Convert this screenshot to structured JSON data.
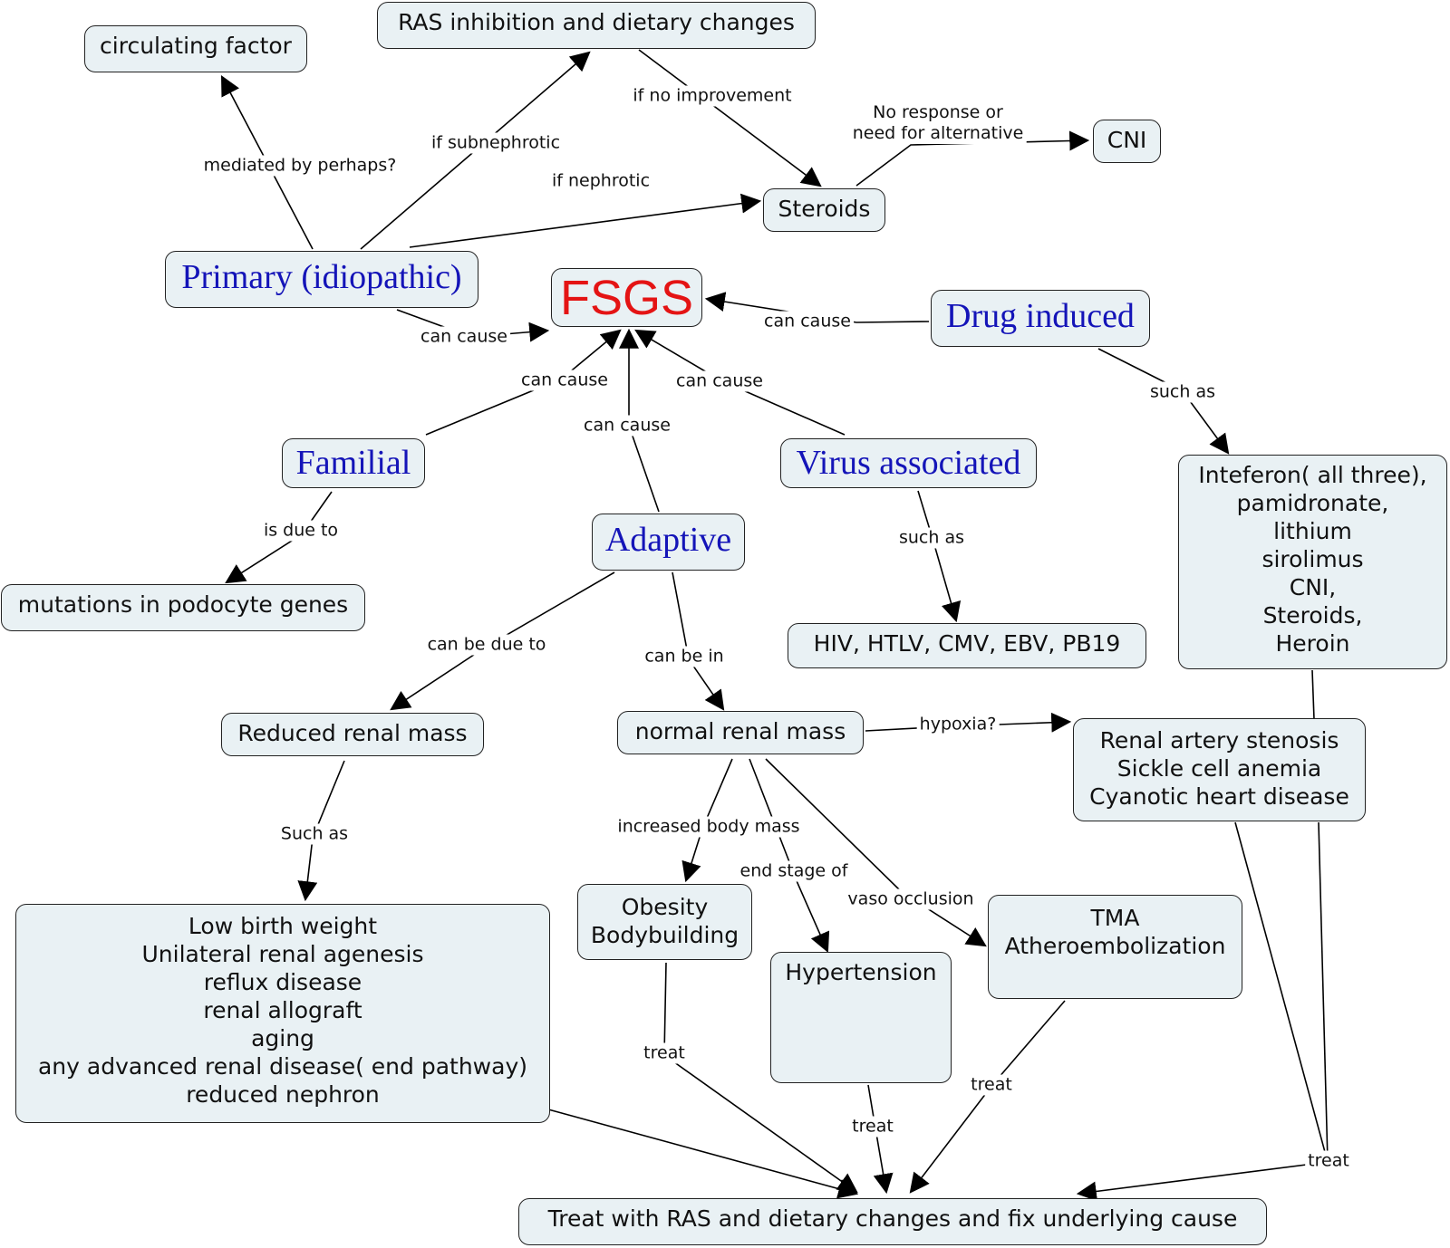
{
  "title": "FSGS",
  "colors": {
    "node_fill": "#e9f1f4",
    "node_border": "#222222",
    "main_concept": "#e41414",
    "category_concept": "#1414b8",
    "text": "#111111"
  },
  "nodes": {
    "circulating_factor": "circulating factor",
    "ras_inhibition": "RAS inhibition and dietary changes",
    "cni": "CNI",
    "steroids": "Steroids",
    "primary": "Primary (idiopathic)",
    "fsgs": "FSGS",
    "drug_induced": "Drug induced",
    "familial": "Familial",
    "virus_associated": "Virus associated",
    "adaptive": "Adaptive",
    "drugs_list": "Inteferon( all three),\npamidronate,\nlithium\nsirolimus\nCNI,\nSteroids,\nHeroin",
    "mutations": "mutations in podocyte genes",
    "viruses_list": "HIV, HTLV, CMV, EBV, PB19",
    "reduced_renal_mass": "Reduced renal mass",
    "normal_renal_mass": "normal renal mass",
    "hypoxia_causes": "Renal artery stenosis\nSickle cell anemia\nCyanotic heart disease",
    "reduced_mass_causes": "Low birth weight\nUnilateral renal agenesis\nreflux disease\nrenal allograft\naging\nany advanced renal disease( end pathway)\nreduced nephron",
    "obesity": "Obesity\nBodybuilding",
    "hypertension": "Hypertension",
    "tma": "TMA\nAtheroembolization",
    "treatment": "Treat with RAS and dietary changes and fix underlying cause"
  },
  "links": {
    "mediated_by": "mediated by perhaps?",
    "if_subnephrotic": "if subnephrotic",
    "if_no_improvement": "if no improvement",
    "no_response": "No response or\nneed for alternative",
    "if_nephrotic": "if nephrotic",
    "primary_can_cause": "can cause",
    "drug_can_cause": "can cause",
    "familial_can_cause": "can cause",
    "adaptive_can_cause": "can cause",
    "virus_can_cause": "can cause",
    "drug_such_as": "such as",
    "is_due_to": "is due to",
    "virus_such_as": "such as",
    "can_be_due_to": "can be due to",
    "can_be_in": "can be in",
    "hypoxia": "hypoxia?",
    "such_as_reduced": "Such as",
    "increased_body_mass": "increased body mass",
    "end_stage_of": "end stage of",
    "vaso_occlusion": "vaso occlusion",
    "treat_obesity": "treat",
    "treat_hypertension": "treat",
    "treat_tma": "treat",
    "treat_hypoxia": "treat"
  }
}
